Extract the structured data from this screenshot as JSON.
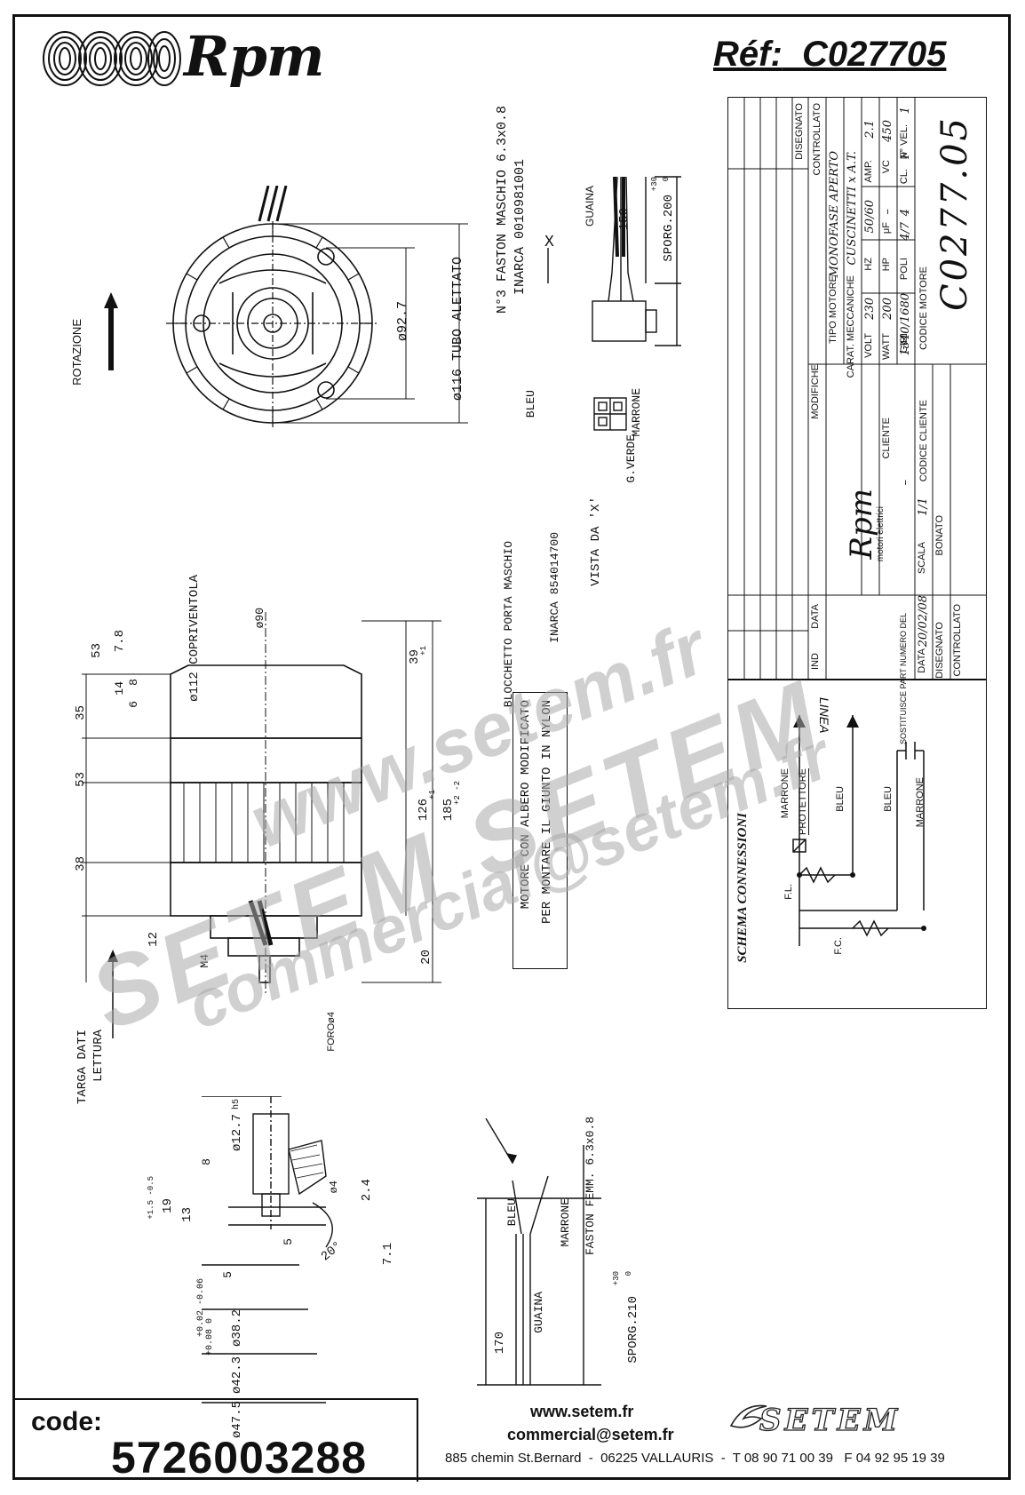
{
  "header": {
    "brand": "Rpm",
    "ref_label": "Réf:",
    "ref_value": "C027705"
  },
  "drawing": {
    "rotation_label": "ROTAZIONE",
    "dia_92": "ø92.7",
    "dia_116": "ø116 TUBO ALETTATO",
    "fastons_title": "N°3 FASTON MASCHIO 6.3x0.8",
    "fastons_code": "INARCA 0010981001",
    "x_label": "X",
    "guaina": "GUAINA",
    "dim_150": "150",
    "sporg_200": "SPORG.200",
    "sporg_200_tol_up": "+30",
    "sporg_200_tol_dn": "0",
    "bleu": "BLEU",
    "marrone": "MARRONE",
    "g_verde": "G.VERDE",
    "vista_da": "VISTA DA 'X'",
    "inarca_85": "INARCA 854014700",
    "blocchetto": "BLOCCHETTO PORTA MASCHIO",
    "coprivent": "ø112 COPRIVENTOLA",
    "dia_90": "ø90",
    "d_53a": "53",
    "d_78": "7.8",
    "d_14": "14",
    "d_8": "8",
    "d_6": "6",
    "d_35": "35",
    "d_53b": "53",
    "d_38": "38",
    "d_12": "12",
    "d_m4": "M4",
    "d_39": "39",
    "d_39_tol": "+1",
    "d_126": "126",
    "d_126_tol": "+1",
    "d_185": "185",
    "d_185_tol": "+2 -2",
    "d_20": "20",
    "foro": "FOROø4",
    "targa": "TARGA DATI",
    "lettura": "LETTURA",
    "nota_line1": "MOTORE CON ALBERO MODIFICATO",
    "nota_line2": "PER MONTARE IL GIUNTO IN NYLON",
    "shaft_127": "ø12.7",
    "shaft_127_tol": "h5",
    "d_19": "19",
    "d_19_tol": "+1.5 -0.5",
    "d_13": "13",
    "d_5a": "5",
    "d_5b": "5",
    "d_24": "2.4",
    "d_71": "7.1",
    "d_4": "ø4",
    "d_20deg": "20°",
    "d_382": "ø38.2",
    "d_382_tol": "+0.08 0",
    "d_423": "ø42.3",
    "d_5_tol": "+0.02 -0.06",
    "d_475": "ø47.5",
    "faston_femm": "FASTON FEMM. 6.3x0.8",
    "bleu2": "BLEU",
    "marrone2": "MARRONE",
    "guaina2": "GUAINA",
    "d_170": "170",
    "sporg_210": "SPORG.210",
    "sporg_210_tol_up": "+30",
    "sporg_210_tol_dn": "0"
  },
  "schema": {
    "title": "SCHEMA CONNESSIONI",
    "linea": "LINEA",
    "marrone": "MARRONE",
    "protettore": "PROTETTORE",
    "bleu": "BLEU",
    "bleu2": "BLEU",
    "marrone2": "MARRONE",
    "fl": "F.L.",
    "fc": "F.C."
  },
  "title_block": {
    "disegnato": "DISEGNATO",
    "controllato": "CONTROLLATO",
    "modifiche": "MODIFICHE",
    "ind": "IND",
    "data_col": "DATA",
    "tipo_motore_label": "TIPO MOTORE",
    "tipo_motore": "MONOFASE APERTO",
    "carat_label": "CARAT. MECCANICHE",
    "carat": "CUSCINETTI x A.T.",
    "volt_label": "VOLT",
    "volt": "230",
    "hz_label": "HZ",
    "hz": "50/60",
    "amp_label": "AMP.",
    "amp": "2.1",
    "watt_label": "WATT",
    "watt": "200",
    "hp_label": "HP",
    "hp": "–",
    "uf_label": "μF",
    "uf": "4/7",
    "vc_label": "VC",
    "vc": "450",
    "giri_label": "GIRI",
    "giri": "1340/1680",
    "poli_label": "POLI",
    "poli": "4",
    "cl_label": "CL.",
    "cl": "F",
    "nvel_label": "N° VEL.",
    "nvel": "1",
    "codice_motore_label": "CODICE MOTORE",
    "codice_motore": "C0277.05",
    "cliente_label": "CLIENTE",
    "codice_cliente_label": "CODICE CLIENTE",
    "brand": "Rpm",
    "brand_sub": "motori elettrici",
    "sostituisce": "SOSTITUISCE PART NUMERO DEL",
    "sost_val": "–",
    "data_label": "DATA",
    "data_val": "20/02/08",
    "scala_label": "SCALA",
    "scala_val": "1/1",
    "disegnato_label": "DISEGNATO",
    "disegnato_val": "BONATO",
    "controllato_label": "CONTROLLATO"
  },
  "footer": {
    "code_label": "code:",
    "code_value": "5726003288",
    "website": "www.setem.fr",
    "email": "commercial@setem.fr",
    "address": "885 chemin St.Bernard  -  06225 VALLAURIS  -  T 08 90 71 00 39   F 04 92 95 19 39",
    "company": "SETEM"
  },
  "watermarks": {
    "w1": "www.setem.fr",
    "w2": "SETEM SETEM",
    "w3": "commercial@setem.fr"
  }
}
